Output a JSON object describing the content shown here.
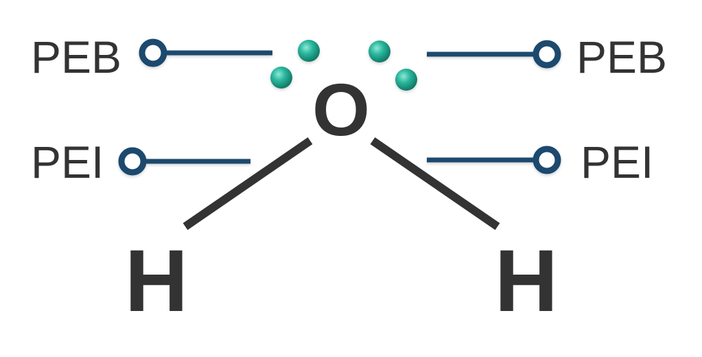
{
  "labels": {
    "left_top": "PEB",
    "right_top": "PEB",
    "left_bottom": "PEI",
    "right_bottom": "PEI"
  },
  "atoms": {
    "center": "O",
    "left": "H",
    "right": "H"
  },
  "colors": {
    "text": "#333333",
    "connector": "#1c4a6e",
    "electron": "#2bb79d",
    "bond": "#333333"
  }
}
